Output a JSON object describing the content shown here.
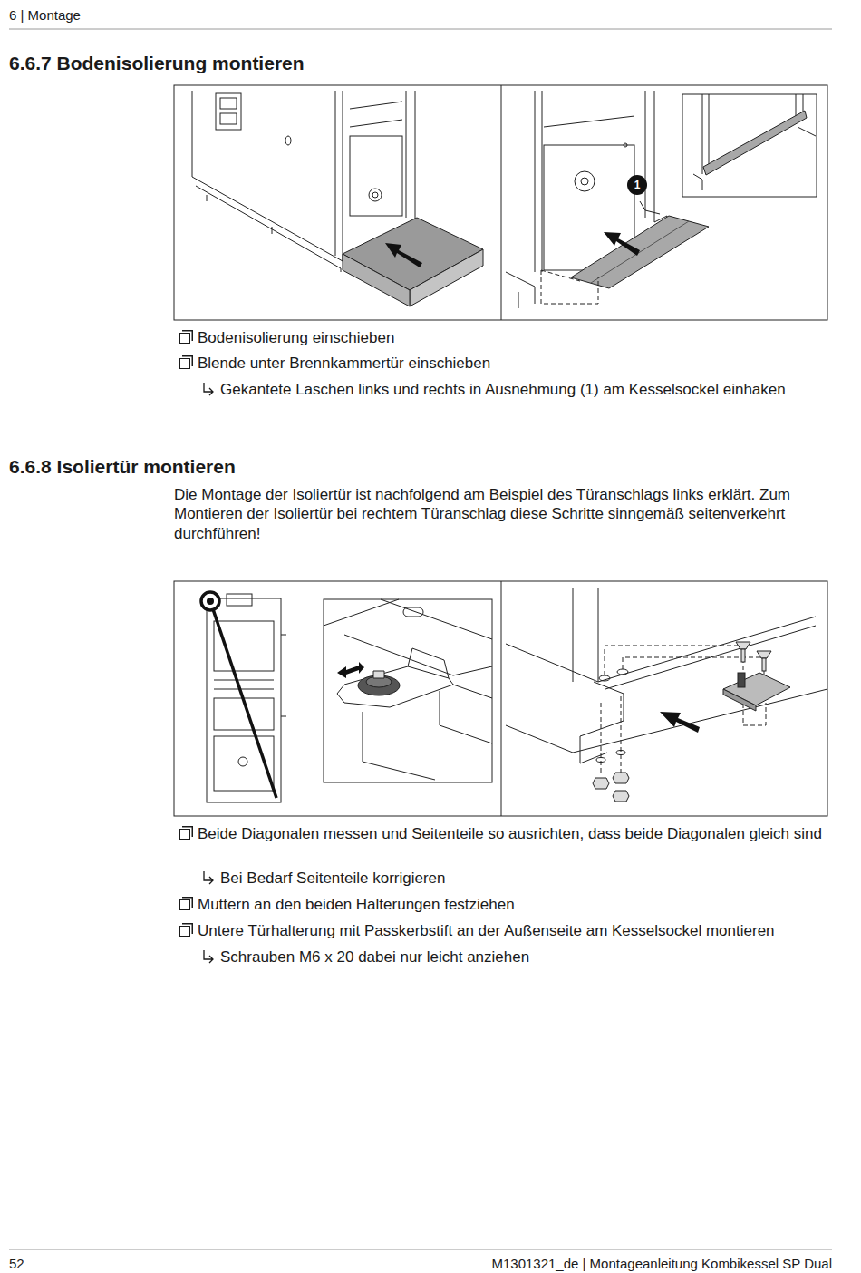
{
  "diagram": {
    "nodes": [
      {
        "text": [
          "1"
        ]
      }
    ],
    "labels": [
      "6 | Montage",
      "6.6.7 Bodenisolierung montieren",
      "Bodenisolierung einschieben",
      "Blende unter Brennkammertür einschieben",
      "Gekantete Laschen links und rechts in Ausnehmung (1) am Kesselsockel einhaken",
      "6.6.8 Isoliertür montieren",
      "Die Montage der Isoliertür ist nachfolgend am Beispiel des Türanschlags links erklärt. Zum Montieren der Isoliertür bei rechtem Türanschlag diese Schritte sinngemäß seitenverkehrt durchführen!",
      "Beide Diagonalen messen und Seitenteile so ausrichten, dass beide Diagonalen gleich sind",
      "Bei Bedarf Seitenteile korrigieren",
      "Muttern an den beiden Halterungen festziehen",
      "Untere Türhalterung mit Passkerbstift an der Außenseite am Kesselsockel montieren",
      "Schrauben M6 x 20 dabei nur leicht anziehen",
      "52",
      "M1301321_de | Montageanleitung Kombikessel SP Dual"
    ]
  }
}
